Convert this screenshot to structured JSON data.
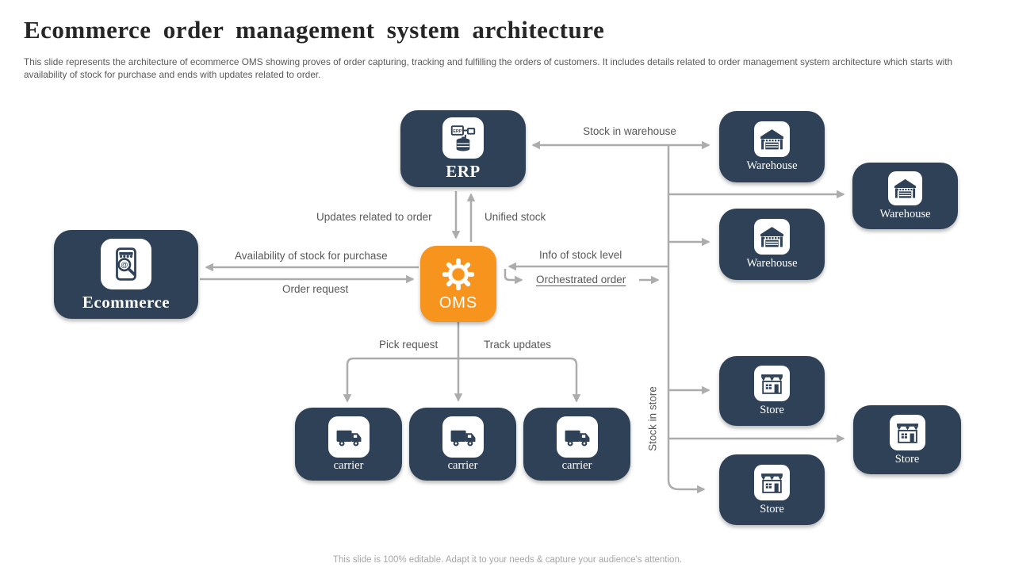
{
  "slide": {
    "title": "Ecommerce order management system architecture",
    "description": "This slide represents the architecture of ecommerce OMS showing proves of order capturing, tracking and fulfilling the orders of customers. It includes details related to order management system architecture which starts with availability of stock for purchase and ends with updates related to order.",
    "footer": "This slide is 100% editable. Adapt it to your needs & capture your audience's attention."
  },
  "colors": {
    "navy": "#2F4157",
    "orange": "#F7941D",
    "arrow_gray": "#ACACAC",
    "label_gray": "#595959"
  },
  "nodes": {
    "erp": {
      "label": "ERP",
      "icon": "erp-system-icon"
    },
    "ecommerce": {
      "label": "Ecommerce",
      "icon": "mobile-shop-icon"
    },
    "oms": {
      "label": "OMS",
      "icon": "gear-icon"
    },
    "warehouses": [
      "Warehouse",
      "Warehouse",
      "Warehouse"
    ],
    "stores": [
      "Store",
      "Store",
      "Store"
    ],
    "carriers": [
      "carrier",
      "carrier",
      "carrier"
    ]
  },
  "edges": {
    "stock_in_warehouse": "Stock in warehouse",
    "updates_related_to_order": "Updates related to order",
    "unified_stock": "Unified stock",
    "availability_of_stock": "Availability of stock for purchase",
    "order_request": "Order request",
    "info_of_stock_level": "Info of stock level",
    "orchestrated_order": "Orchestrated order",
    "pick_request": "Pick request",
    "track_updates": "Track updates",
    "stock_in_store": "Stock in store"
  }
}
